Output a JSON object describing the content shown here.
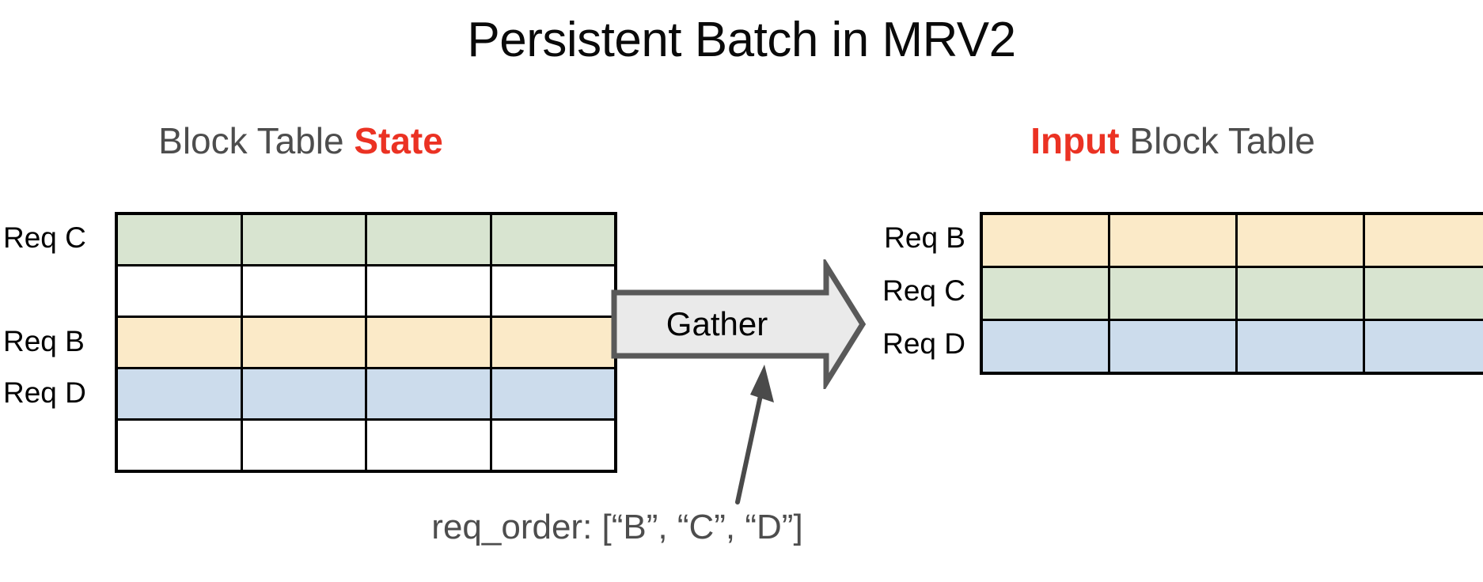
{
  "slide": {
    "title": "Persistent Batch in MRV2",
    "background": "#ffffff",
    "accent_color": "#eb3223",
    "text_color": "#4d4d4d"
  },
  "headings": {
    "left": {
      "prefix": "Block Table ",
      "accent": "State",
      "suffix": ""
    },
    "right": {
      "prefix": "",
      "accent": "Input",
      "suffix": " Block Table"
    }
  },
  "state_table": {
    "name": "Block Table State",
    "columns": 4,
    "rows": [
      {
        "label": "Req C",
        "color": "#d8e4d0",
        "cells": [
          "",
          "",
          "",
          ""
        ]
      },
      {
        "label": "",
        "color": "#ffffff",
        "cells": [
          "",
          "",
          "",
          ""
        ]
      },
      {
        "label": "Req B",
        "color": "#fbeac8",
        "cells": [
          "",
          "",
          "",
          ""
        ]
      },
      {
        "label": "Req D",
        "color": "#ccdcec",
        "cells": [
          "",
          "",
          "",
          ""
        ]
      },
      {
        "label": "",
        "color": "#ffffff",
        "cells": [
          "",
          "",
          "",
          ""
        ]
      }
    ]
  },
  "input_table": {
    "name": "Input Block Table",
    "columns": 4,
    "rows": [
      {
        "label": "Req B",
        "color": "#fbeac8",
        "cells": [
          "",
          "",
          "",
          ""
        ]
      },
      {
        "label": "Req C",
        "color": "#d8e4d0",
        "cells": [
          "",
          "",
          "",
          ""
        ]
      },
      {
        "label": "Req D",
        "color": "#ccdcec",
        "cells": [
          "",
          "",
          "",
          ""
        ]
      }
    ]
  },
  "gather": {
    "label": "Gather",
    "fill": "#eaeaea",
    "stroke": "#595959"
  },
  "pointer": {
    "stroke": "#4a4a4a"
  },
  "caption": {
    "text": "req_order: [“B”, “C”, “D”]",
    "color": "#4d4d4d"
  }
}
